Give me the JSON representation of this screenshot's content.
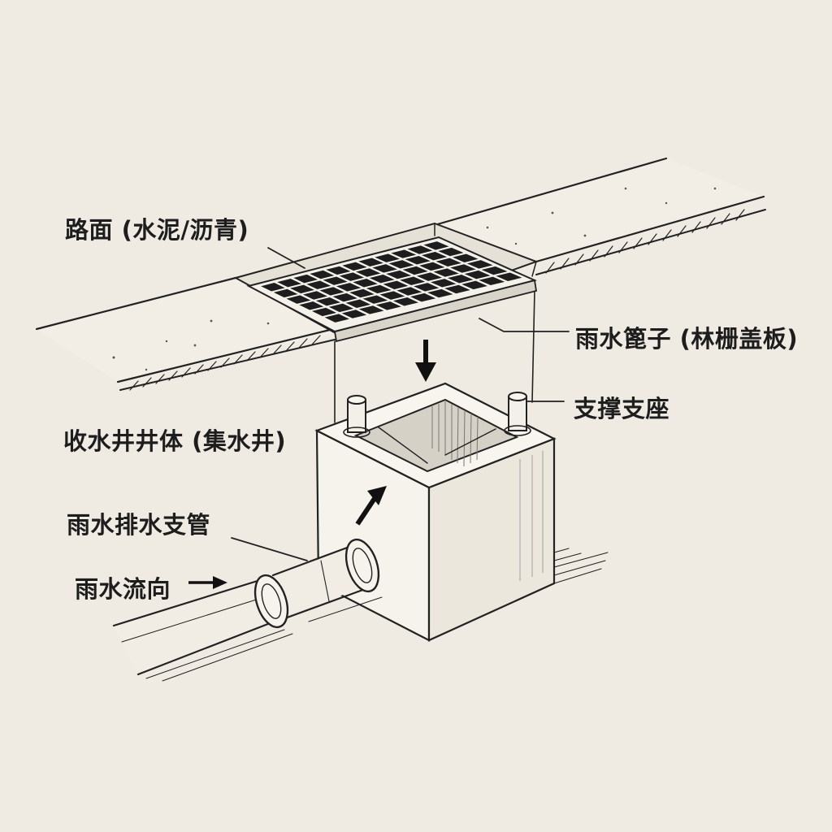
{
  "labels": {
    "pavement": "路面 (水泥/沥青)",
    "grate": "雨水篦子 (林栅盖板)",
    "support": "支撑支座",
    "well_body": "收水井井体 (集水井)",
    "branch_pipe": "雨水排水支管",
    "flow_direction": "雨水流向"
  },
  "colors": {
    "paper": "#efebe3",
    "ink": "#222222",
    "grate_fill": "#1e1e1e",
    "well_face": "#f6f3ec",
    "well_side": "#ece7dd"
  },
  "icons": {
    "down_arrow": "arrow-down-icon",
    "up_arrow": "arrow-up-right-icon",
    "flow_arrow": "arrow-right-icon"
  }
}
